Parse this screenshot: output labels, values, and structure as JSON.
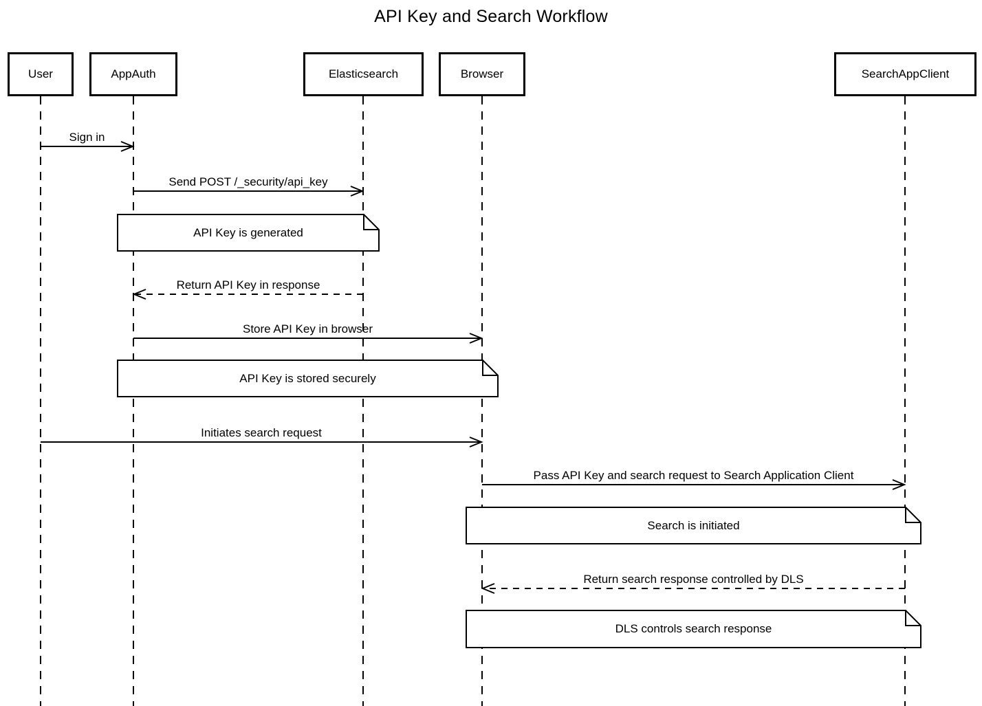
{
  "title": "API Key and Search Workflow",
  "colors": {
    "stroke": "#000000",
    "background": "#ffffff",
    "text": "#000000"
  },
  "actors": [
    {
      "id": "User",
      "label": "User"
    },
    {
      "id": "AppAuth",
      "label": "AppAuth"
    },
    {
      "id": "Elasticsearch",
      "label": "Elasticsearch"
    },
    {
      "id": "Browser",
      "label": "Browser"
    },
    {
      "id": "SearchAppClient",
      "label": "SearchAppClient"
    }
  ],
  "messages": [
    {
      "label": "Sign in",
      "from": "User",
      "to": "AppAuth",
      "line": "solid"
    },
    {
      "label": "Send POST /_security/api_key",
      "from": "AppAuth",
      "to": "Elasticsearch",
      "line": "solid"
    },
    {
      "label": "Return API Key in response",
      "from": "Elasticsearch",
      "to": "AppAuth",
      "line": "dashed"
    },
    {
      "label": "Store API Key in browser",
      "from": "AppAuth",
      "to": "Browser",
      "line": "solid"
    },
    {
      "label": "Initiates search request",
      "from": "User",
      "to": "Browser",
      "line": "solid"
    },
    {
      "label": "Pass API Key and search request to Search Application Client",
      "from": "Browser",
      "to": "SearchAppClient",
      "line": "solid"
    },
    {
      "label": "Return search response controlled by DLS",
      "from": "SearchAppClient",
      "to": "Browser",
      "line": "dashed"
    }
  ],
  "notes": [
    {
      "label": "API Key is generated",
      "over": "AppAuth, Elasticsearch"
    },
    {
      "label": "API Key is stored securely",
      "over": "AppAuth, Browser"
    },
    {
      "label": "Search is initiated",
      "over": "Browser, SearchAppClient"
    },
    {
      "label": "DLS controls search response",
      "over": "Browser, SearchAppClient"
    }
  ]
}
